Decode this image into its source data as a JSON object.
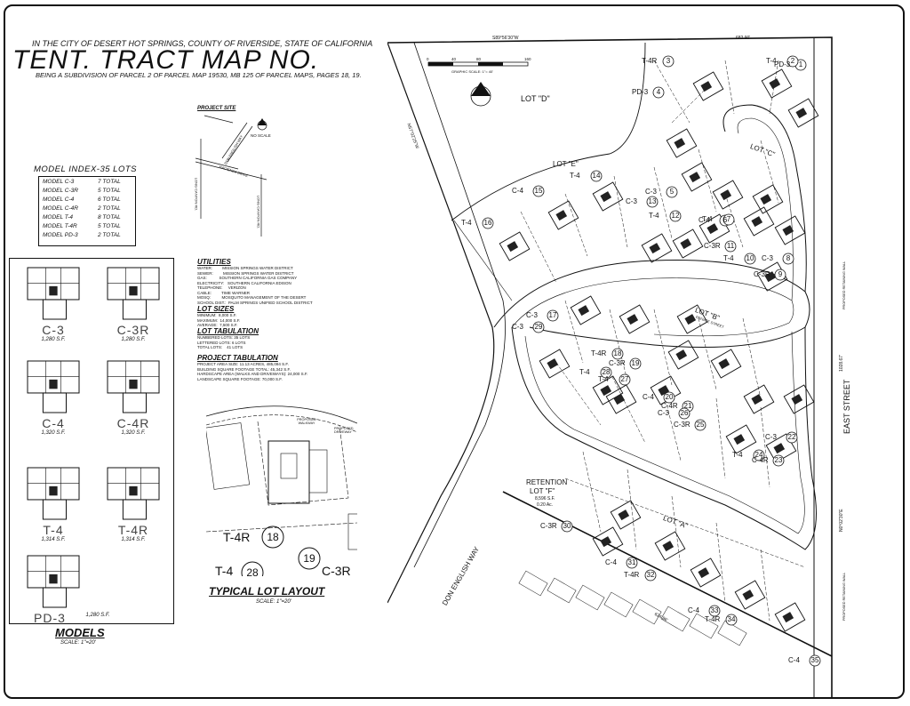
{
  "header": {
    "city_line": "IN THE CITY OF DESERT HOT SPRINGS, COUNTY OF RIVERSIDE, STATE OF CALIFORNIA",
    "title": "TENT. TRACT MAP NO.",
    "subtitle": "BEING A SUBDIVISION OF PARCEL 2 OF PARCEL MAP 19530, MB 125 OF PARCEL MAPS, PAGES 18, 19."
  },
  "project_site": {
    "label": "PROJECT SITE",
    "no_scale": "NO SCALE",
    "roads": [
      "DON ENGLISH WAY",
      "HACIENDA DRIVE",
      "LONG CANYON RD.",
      "LONG CANYON RD."
    ]
  },
  "model_index": {
    "title": "MODEL INDEX-35 LOTS",
    "rows": [
      {
        "model": "MODEL C-3",
        "total": "7 TOTAL"
      },
      {
        "model": "MODEL C-3R",
        "total": "5 TOTAL"
      },
      {
        "model": "MODEL C-4",
        "total": "6 TOTAL"
      },
      {
        "model": "MODEL C-4R",
        "total": "2 TOTAL"
      },
      {
        "model": "MODEL T-4",
        "total": "8 TOTAL"
      },
      {
        "model": "MODEL T-4R",
        "total": "5 TOTAL"
      },
      {
        "model": "MODEL PD-3",
        "total": "2 TOTAL"
      }
    ]
  },
  "models": {
    "title": "MODELS",
    "scale": "SCALE: 1\"=20'",
    "items": [
      {
        "name": "C-3",
        "sf": "1,280 S.F."
      },
      {
        "name": "C-3R",
        "sf": "1,280 S.F."
      },
      {
        "name": "C-4",
        "sf": "1,320 S.F."
      },
      {
        "name": "C-4R",
        "sf": "1,320 S.F."
      },
      {
        "name": "T-4",
        "sf": "1,314 S.F."
      },
      {
        "name": "T-4R",
        "sf": "1,314 S.F."
      },
      {
        "name": "PD-3",
        "sf": "1,280 S.F."
      }
    ]
  },
  "utilities": {
    "title": "UTILITIES",
    "text": "WATER:         MISSION SPRINGS WATER DISTRICT\nSEWER:         MISSION SPRINGS WATER DISTRICT\nGAS:           SOUTHERN CALIFORNIA GAS COMPANY\nELECTRICITY:   SOUTHERN CALIFORNIA EDISON\nTELEPHONE:     VERIZON\nCABLE:         TIME WARNER\nMOSQ:          MOSQUITO MANAGEMENT OF THE DESERT\nSCHOOL DIST.:  PALM SPRINGS UNIFIED SCHOOL DISTRICT"
  },
  "lot_sizes": {
    "title": "LOT SIZES",
    "text": "MINIMUM:  8,000 S.F.\nMAXIMUM:  14,000 S.F.\nAVERAGE:  7,500 S.F."
  },
  "lot_tabulation": {
    "title": "LOT TABULATION",
    "text": "NUMBERED LOTS: 35 LOTS\nLETTERED LOTS: 6 LOTS\nTOTAL LOTS:    41 LOTS"
  },
  "project_tabulation": {
    "title": "PROJECT TABULATION",
    "text": "PROJECT AREA SIZE: 11.13 ACRES, 485,094 S.F.\nBUILDING SQUARE FOOTAGE TOTAL: 45,342 S.F.\nHARDSCAPE AREA (WALKS AND DRIVEWAYS): 24,000 S.F.\nLANDSCAPE SQUARE FOOTAGE: 70,000 S.F."
  },
  "typical_lot": {
    "title": "TYPICAL LOT LAYOUT",
    "scale": "SCALE: 1\"=20'",
    "walkway": "PROPOSED WALKWAY",
    "driveway": "PROPOSED DRIVEWAY",
    "lots": [
      {
        "model": "T-4R",
        "num": "18"
      },
      {
        "model": "T-4",
        "num": "28"
      },
      {
        "model": "C-3R",
        "num": "19"
      }
    ]
  },
  "site_plan": {
    "graphic_scale": "GRAPHIC SCALE: 1\"= 40'",
    "scale_ticks": [
      "0",
      "40",
      "80",
      "160"
    ],
    "bearings": [
      "S89°56'30\"W",
      "682.90'",
      "N0°02'30\"E",
      "1028.67'",
      "N57°02'25\"W",
      "624.86'"
    ],
    "streets": [
      "LOT \"A\"",
      "LOT \"B\"",
      "LOT \"C\"",
      "LOT \"D\"",
      "LOT \"E\"",
      "EAST STREET",
      "DON ENGLISH WAY"
    ],
    "private_street": "PRIVATE STREET",
    "retention": {
      "name": "RETENTION",
      "lot": "LOT \"F\"",
      "sf": "8,596 S.F.",
      "ac": "0.20 Ac."
    },
    "wall_note": "PROPOSED RETAINING WALL",
    "lots": [
      {
        "model": "PD-3",
        "num": "1"
      },
      {
        "model": "T-4",
        "num": "2"
      },
      {
        "model": "T-4R",
        "num": "3"
      },
      {
        "model": "PD-3",
        "num": "4"
      },
      {
        "model": "C-3",
        "num": "5"
      },
      {
        "model": "C-4",
        "num": "6"
      },
      {
        "model": "T-4",
        "num": "7"
      },
      {
        "model": "C-3",
        "num": "8"
      },
      {
        "model": "C-3R",
        "num": "9"
      },
      {
        "model": "T-4",
        "num": "10"
      },
      {
        "model": "C-3R",
        "num": "11"
      },
      {
        "model": "T-4",
        "num": "12"
      },
      {
        "model": "C-3",
        "num": "13"
      },
      {
        "model": "T-4",
        "num": "14"
      },
      {
        "model": "C-4",
        "num": "15"
      },
      {
        "model": "T-4",
        "num": "16"
      },
      {
        "model": "C-3",
        "num": "17"
      },
      {
        "model": "T-4R",
        "num": "18"
      },
      {
        "model": "C-3R",
        "num": "19"
      },
      {
        "model": "C-4",
        "num": "20"
      },
      {
        "model": "C-4R",
        "num": "21"
      },
      {
        "model": "C-3",
        "num": "22"
      },
      {
        "model": "C-4R",
        "num": "23"
      },
      {
        "model": "T-4",
        "num": "24"
      },
      {
        "model": "C-3R",
        "num": "25"
      },
      {
        "model": "C-3",
        "num": "26"
      },
      {
        "model": "T-4",
        "num": "27"
      },
      {
        "model": "T-4",
        "num": "28"
      },
      {
        "model": "C-3",
        "num": "29"
      },
      {
        "model": "C-3R",
        "num": "30"
      },
      {
        "model": "C-4",
        "num": "31"
      },
      {
        "model": "T-4R",
        "num": "32"
      },
      {
        "model": "C-4",
        "num": "33"
      },
      {
        "model": "T-4R",
        "num": "34"
      },
      {
        "model": "C-4",
        "num": "35"
      }
    ]
  }
}
